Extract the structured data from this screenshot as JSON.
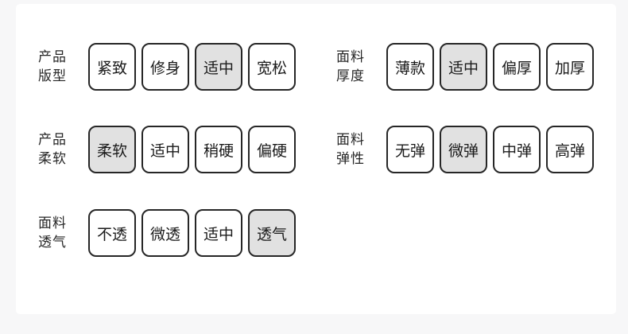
{
  "page": {
    "background_color": "#f7f7f8",
    "card_background_color": "#ffffff"
  },
  "colors": {
    "button_border": "#262626",
    "button_text": "#1a1a1a",
    "selected_background": "#e1e1e1",
    "unselected_background": "#ffffff",
    "label_text": "#262626"
  },
  "attribute_groups": [
    {
      "id": "product-fit",
      "label": "产品版型",
      "label_lines": [
        "产品",
        "版型"
      ],
      "column": "left",
      "row": 0,
      "options": [
        {
          "label": "紧致",
          "selected": false
        },
        {
          "label": "修身",
          "selected": false
        },
        {
          "label": "适中",
          "selected": true
        },
        {
          "label": "宽松",
          "selected": false
        }
      ]
    },
    {
      "id": "fabric-thickness",
      "label": "面料厚度",
      "label_lines": [
        "面料",
        "厚度"
      ],
      "column": "right",
      "row": 0,
      "options": [
        {
          "label": "薄款",
          "selected": false
        },
        {
          "label": "适中",
          "selected": true
        },
        {
          "label": "偏厚",
          "selected": false
        },
        {
          "label": "加厚",
          "selected": false
        }
      ]
    },
    {
      "id": "product-softness",
      "label": "产品柔软",
      "label_lines": [
        "产品",
        "柔软"
      ],
      "column": "left",
      "row": 1,
      "options": [
        {
          "label": "柔软",
          "selected": true
        },
        {
          "label": "适中",
          "selected": false
        },
        {
          "label": "稍硬",
          "selected": false
        },
        {
          "label": "偏硬",
          "selected": false
        }
      ]
    },
    {
      "id": "fabric-elasticity",
      "label": "面料弹性",
      "label_lines": [
        "面料",
        "弹性"
      ],
      "column": "right",
      "row": 1,
      "options": [
        {
          "label": "无弹",
          "selected": false
        },
        {
          "label": "微弹",
          "selected": true
        },
        {
          "label": "中弹",
          "selected": false
        },
        {
          "label": "高弹",
          "selected": false
        }
      ]
    },
    {
      "id": "fabric-breathability",
      "label": "面料透气",
      "label_lines": [
        "面料",
        "透气"
      ],
      "column": "left",
      "row": 2,
      "options": [
        {
          "label": "不透",
          "selected": false
        },
        {
          "label": "微透",
          "selected": false
        },
        {
          "label": "适中",
          "selected": false
        },
        {
          "label": "透气",
          "selected": true
        }
      ]
    }
  ]
}
